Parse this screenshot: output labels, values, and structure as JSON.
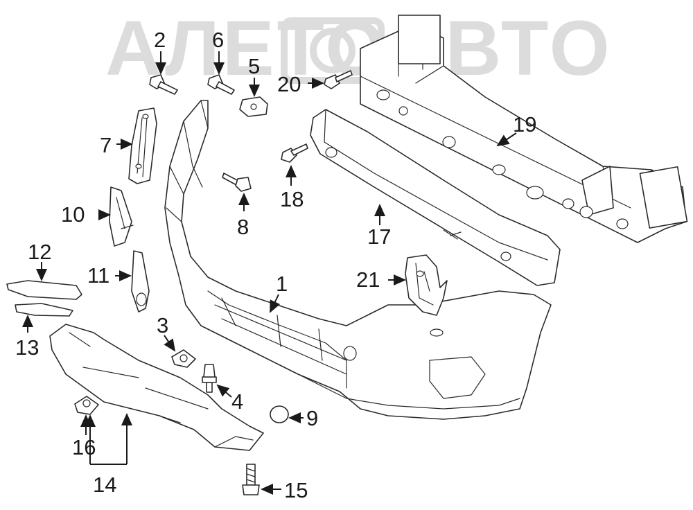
{
  "watermark": {
    "text": "АЛЕТОАВТО",
    "color": "#dcdcdc"
  },
  "colors": {
    "line": "#2a2a2a",
    "background": "#ffffff"
  },
  "callouts": {
    "c1": "1",
    "c2": "2",
    "c3": "3",
    "c4": "4",
    "c5": "5",
    "c6": "6",
    "c7": "7",
    "c8": "8",
    "c9": "9",
    "c10": "10",
    "c11": "11",
    "c12": "12",
    "c13": "13",
    "c14": "14",
    "c15": "15",
    "c16": "16",
    "c17": "17",
    "c18": "18",
    "c19": "19",
    "c20": "20",
    "c21": "21"
  }
}
